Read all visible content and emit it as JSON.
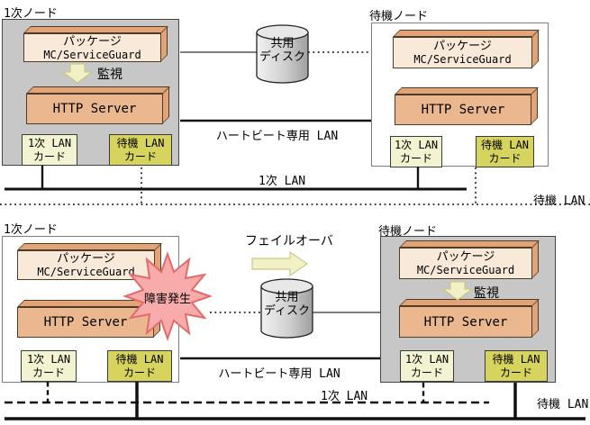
{
  "common": {
    "package_line1": "パッケージ",
    "package_line2": "MC/ServiceGuard",
    "http_server": "HTTP Server",
    "monitor": "監視",
    "lan_primary_line1": "1次 LAN",
    "lan_standby_line1": "待機 LAN",
    "lan_line2": "カード",
    "shared_disk_line1": "共用",
    "shared_disk_line2": "ディスク",
    "heartbeat_lan": "ハートビート専用 LAN",
    "primary_lan": "1次 LAN",
    "standby_lan": "待機 LAN"
  },
  "top_section": {
    "primary_node_title": "1次ノード",
    "standby_node_title": "待機ノード"
  },
  "bottom_section": {
    "primary_node_title": "1次ノード",
    "standby_node_title": "待機ノード",
    "failover": "フェイルオーバ",
    "failure": "障害発生"
  },
  "colors": {
    "active_node_bg": "#c7c7c7",
    "standby_node_bg": "#ffffff",
    "package_face": "#f8e9d9",
    "box_bevel": "#e2a476",
    "http_face": "#eab78e",
    "lan_primary_bg": "#f3f3d2",
    "lan_standby_bg": "#d6d45f",
    "arrow_fill": "#f1f1c5",
    "failure_fill": "#f7abab",
    "failure_border": "#e46b6b",
    "line_color": "#111111"
  }
}
